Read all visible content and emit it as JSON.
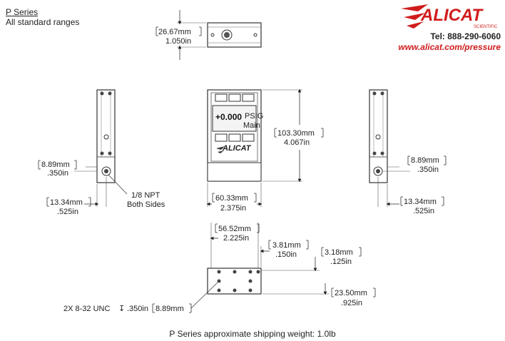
{
  "header": {
    "series_title": "P Series",
    "series_subtitle": "All standard ranges"
  },
  "brand": {
    "name": "ALICAT",
    "tagline": "SCIENTIFIC",
    "phone": "Tel: 888-290-6060",
    "website": "www.alicat.com/pressure",
    "accent_color": "#d01c1c"
  },
  "display": {
    "reading": "+0.000",
    "unit": "PSIG",
    "mode": "Main"
  },
  "dimensions": {
    "top_height_mm": "26.67mm",
    "top_height_in": "1.050in",
    "body_height_mm": "103.30mm",
    "body_height_in": "4.067in",
    "body_width_mm": "60.33mm",
    "body_width_in": "2.375in",
    "left_port_height_mm": "8.89mm",
    "left_port_height_in": ".350in",
    "left_port_offset_mm": "13.34mm",
    "left_port_offset_in": ".525in",
    "right_port_height_mm": "8.89mm",
    "right_port_height_in": ".350in",
    "right_port_offset_mm": "13.34mm",
    "right_port_offset_in": ".525in",
    "bottom_hole_span_mm": "56.52mm",
    "bottom_hole_span_in": "2.225in",
    "bottom_edge_mm": "3.81mm",
    "bottom_edge_in": ".150in",
    "bottom_side_mm": "3.18mm",
    "bottom_side_in": ".125in",
    "bottom_depth_mm": "23.50mm",
    "bottom_depth_in": ".925in"
  },
  "callouts": {
    "npt_line1": "1/8 NPT",
    "npt_line2": "Both Sides",
    "thread_prefix": "2X 8-32 UNC",
    "thread_depth_symbol": "↧",
    "thread_depth_in": ".350in",
    "thread_depth_mm": "8.89mm"
  },
  "footer": {
    "caption": "P Series approximate shipping weight: 1.0lb"
  }
}
